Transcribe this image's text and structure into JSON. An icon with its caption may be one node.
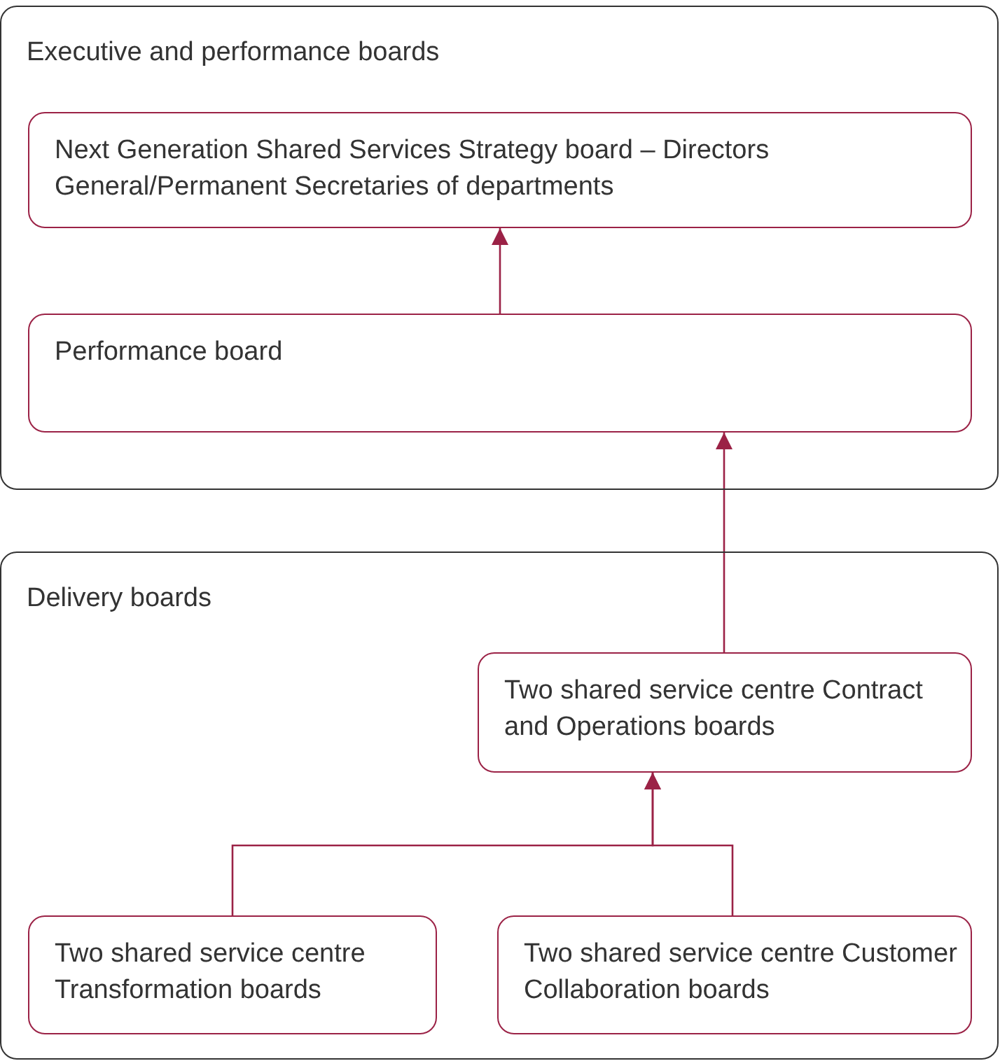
{
  "diagram": {
    "nodes": [
      {
        "text": [
          "Executive and performance boards"
        ]
      },
      {
        "text": [
          "Next Generation Shared Services Strategy board – Directors General/Permanent Secretaries of departments"
        ],
        "in": 0
      },
      {
        "text": [
          "Performance board"
        ],
        "in": 0
      },
      {
        "text": [
          "Delivery boards"
        ]
      },
      {
        "text": [
          "Two shared service centre Contract and Operations boards"
        ],
        "in": 3
      },
      {
        "text": [
          "Two shared service centre Transformation boards"
        ],
        "in": 3
      },
      {
        "text": [
          "Two shared service centre Customer Collaboration boards"
        ],
        "in": 3
      }
    ],
    "edges": [
      {
        "from": 2,
        "to": 1,
        "arrow": "to"
      },
      {
        "from": 4,
        "to": 2,
        "arrow": "to"
      },
      {
        "from": 5,
        "to": 4,
        "arrow": "to"
      },
      {
        "from": 6,
        "to": 4,
        "arrow": "to"
      }
    ]
  }
}
